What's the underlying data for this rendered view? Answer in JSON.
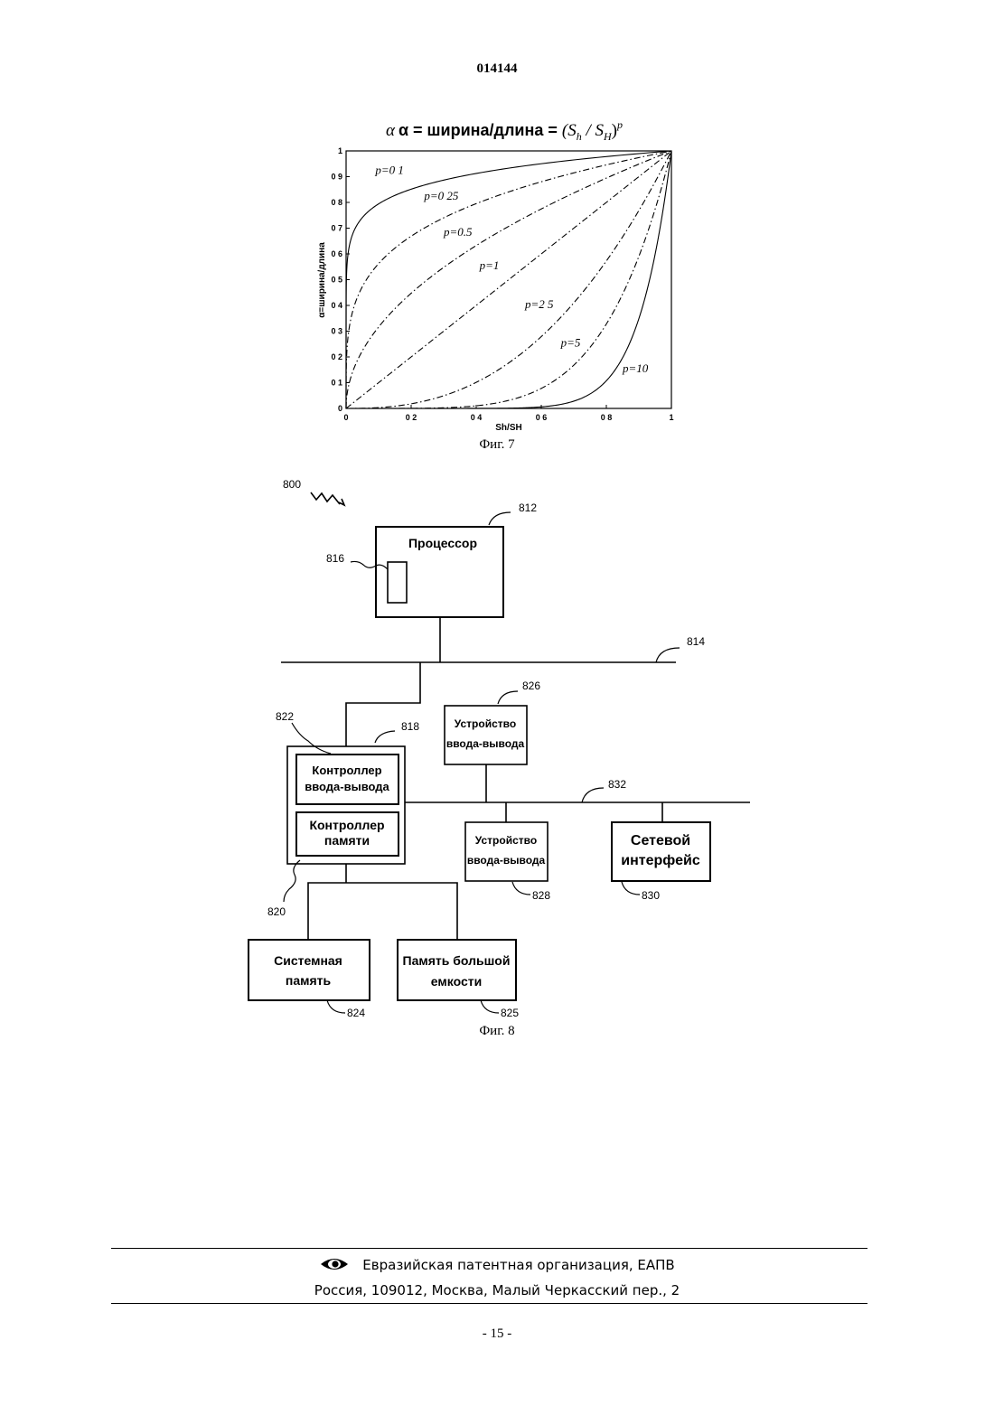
{
  "header": {
    "doc_number": "014144"
  },
  "figure7": {
    "caption": "Фиг. 7",
    "title_prefix": "α = ширина/длина = ",
    "title_formula": "(S",
    "title_sub_h": "h",
    "title_mid": " / S",
    "title_sub_H": "H",
    "title_close": ")",
    "title_sup": "p",
    "ylabel": "α=ширина/длина",
    "xlabel": "Sh/SH"
  },
  "chart_data": {
    "type": "line",
    "title": "α = ширина/длина = (Sh / SH)^p",
    "xlabel": "Sh/SH",
    "ylabel": "α=ширина/длина",
    "xlim": [
      0,
      1
    ],
    "ylim": [
      0,
      1
    ],
    "x_ticks": [
      0,
      0.2,
      0.4,
      0.6,
      0.8,
      1
    ],
    "x_tick_labels": [
      "0",
      "0 2",
      "0 4",
      "0 6",
      "0 8",
      "1"
    ],
    "y_ticks": [
      0,
      0.1,
      0.2,
      0.3,
      0.4,
      0.5,
      0.6,
      0.7,
      0.8,
      0.9,
      1
    ],
    "y_tick_labels": [
      "0",
      "0 1",
      "0 2",
      "0 3",
      "0 4",
      "0 5",
      "0 6",
      "0 7",
      "0 8",
      "0 9",
      "1"
    ],
    "grid": false,
    "series": [
      {
        "name": "p=0 1",
        "p": 0.1,
        "style": "solid",
        "label_at": [
          0.09,
          0.91
        ]
      },
      {
        "name": "p=0 25",
        "p": 0.25,
        "style": "dashdot",
        "label_at": [
          0.24,
          0.81
        ]
      },
      {
        "name": "p=0.5",
        "p": 0.5,
        "style": "dashdot",
        "label_at": [
          0.3,
          0.67
        ]
      },
      {
        "name": "p=1",
        "p": 1,
        "style": "dashdot",
        "label_at": [
          0.41,
          0.54
        ]
      },
      {
        "name": "p=2 5",
        "p": 2.5,
        "style": "dashdot",
        "label_at": [
          0.55,
          0.39
        ]
      },
      {
        "name": "p=5",
        "p": 5,
        "style": "dashdot",
        "label_at": [
          0.66,
          0.24
        ]
      },
      {
        "name": "p=10",
        "p": 10,
        "style": "solid",
        "label_at": [
          0.85,
          0.14
        ]
      }
    ]
  },
  "figure8": {
    "caption": "Фиг. 8",
    "refs": {
      "r800": "800",
      "r812": "812",
      "r816": "816",
      "r814": "814",
      "r826": "826",
      "r822": "822",
      "r818": "818",
      "r832": "832",
      "r820": "820",
      "r828": "828",
      "r830": "830",
      "r824": "824",
      "r825": "825"
    },
    "blocks": {
      "processor": "Процессор",
      "io_device_top_1": "Устройство",
      "io_device_top_2": "ввода-вывода",
      "io_controller_1": "Контроллер",
      "io_controller_2": "ввода-вывода",
      "mem_controller_1": "Контроллер",
      "mem_controller_2": "памяти",
      "io_device_bottom_1": "Устройство",
      "io_device_bottom_2": "ввода-вывода",
      "network_1": "Сетевой",
      "network_2": "интерфейс",
      "system_memory_1": "Системная",
      "system_memory_2": "память",
      "mass_storage_1": "Память большой",
      "mass_storage_2": "емкости"
    }
  },
  "footer": {
    "organization": "Евразийская патентная организация, ЕАПВ",
    "address": "Россия, 109012, Москва, Малый Черкасский пер., 2",
    "page": "- 15 -",
    "logo": "eapo-eye-logo"
  }
}
